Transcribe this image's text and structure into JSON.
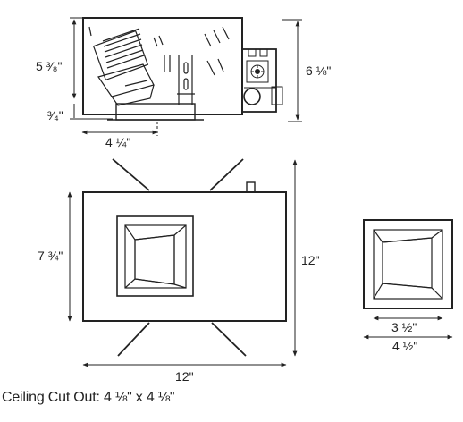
{
  "side_view": {
    "height_label": "5 ³⁄₈\"",
    "trim_depth_label": "³⁄₄\"",
    "aperture_width_label": "4 ¼\"",
    "junction_box_height_label": "6 ⅛\""
  },
  "plan_view": {
    "height_label": "7 ¾\"",
    "overall_height_label": "12\"",
    "overall_width_label": "12\""
  },
  "trim_view": {
    "inner_width_label": "3 ½\"",
    "outer_width_label": "4 ½\""
  },
  "caption": "Ceiling Cut Out: 4 ⅛\" x 4 ⅛\""
}
